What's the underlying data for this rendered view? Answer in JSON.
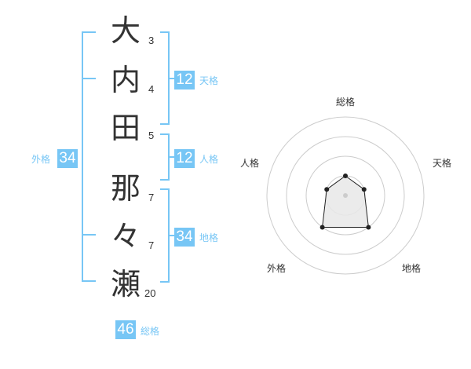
{
  "name": {
    "characters": [
      {
        "char": "大",
        "strokes": "3"
      },
      {
        "char": "内",
        "strokes": "4"
      },
      {
        "char": "田",
        "strokes": "5"
      },
      {
        "char": "那",
        "strokes": "7"
      },
      {
        "char": "々",
        "strokes": "7"
      },
      {
        "char": "瀬",
        "strokes": "20"
      }
    ]
  },
  "kakusu": {
    "tenkaku": {
      "value": "12",
      "label": "天格"
    },
    "jinkaku": {
      "value": "12",
      "label": "人格"
    },
    "chikaku": {
      "value": "34",
      "label": "地格"
    },
    "gaikaku": {
      "value": "34",
      "label": "外格"
    },
    "soukaku": {
      "value": "46",
      "label": "総格"
    }
  },
  "radar": {
    "axes": [
      "総格",
      "天格",
      "地格",
      "外格",
      "人格"
    ],
    "levels": 4,
    "values": [
      1,
      1,
      2,
      2,
      1
    ],
    "max": 4,
    "colors": {
      "ring": "#cccccc",
      "fill": "#e8e8e8",
      "line": "#222222",
      "center": "#cccccc"
    }
  },
  "colors": {
    "accent": "#77c6f5",
    "text": "#333333"
  }
}
